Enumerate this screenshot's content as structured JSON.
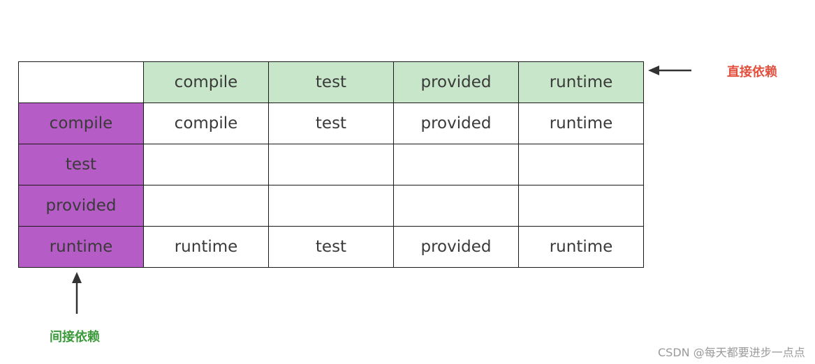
{
  "table": {
    "col_headers": [
      "compile",
      "test",
      "provided",
      "runtime"
    ],
    "rows": [
      {
        "header": "compile",
        "cells": [
          "compile",
          "test",
          "provided",
          "runtime"
        ]
      },
      {
        "header": "test",
        "cells": [
          "",
          "",
          "",
          ""
        ]
      },
      {
        "header": "provided",
        "cells": [
          "",
          "",
          "",
          ""
        ]
      },
      {
        "header": "runtime",
        "cells": [
          "runtime",
          "test",
          "provided",
          "runtime"
        ]
      }
    ]
  },
  "labels": {
    "direct": "直接依赖",
    "indirect": "间接依赖"
  },
  "watermark": "CSDN @每天都要进步一点点",
  "colors": {
    "col_header_bg": "#c8e6c9",
    "row_header_bg": "#b65cc6",
    "direct_label": "#e2503f",
    "indirect_label": "#3a9a3a",
    "arrow": "#333333"
  }
}
